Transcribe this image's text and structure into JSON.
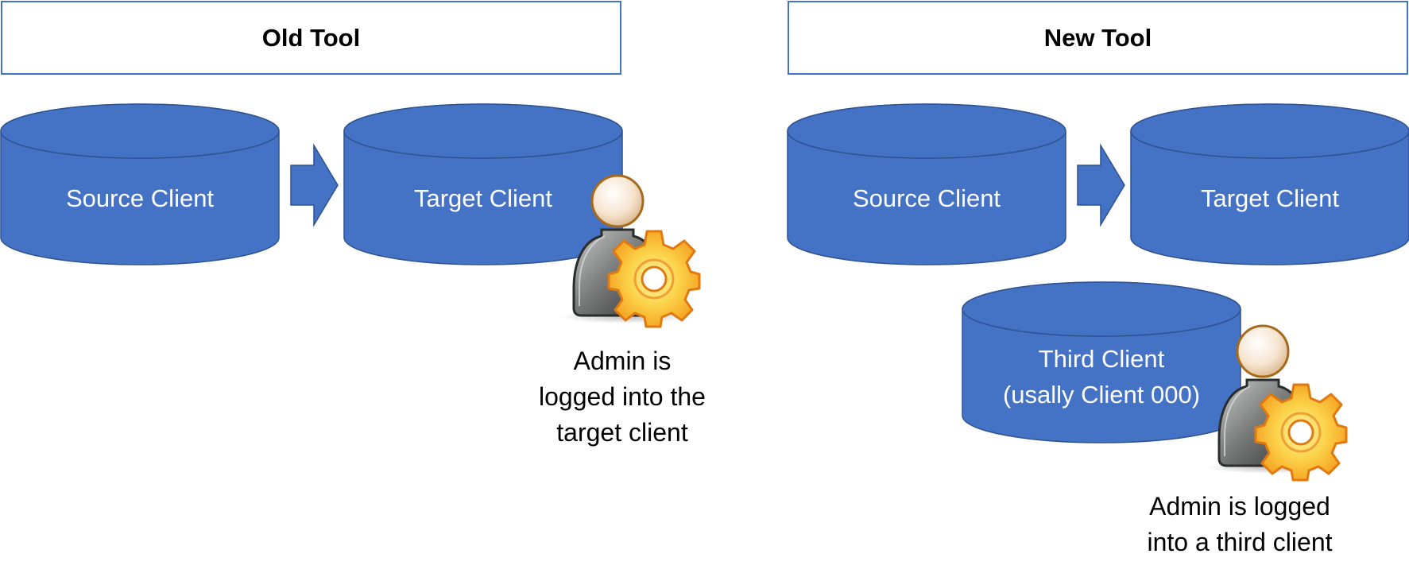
{
  "panels": {
    "old": {
      "title": "Old Tool",
      "source_label": "Source Client",
      "target_label": "Target Client",
      "caption": [
        "Admin is",
        "logged into the",
        "target client"
      ]
    },
    "new": {
      "title": "New Tool",
      "source_label": "Source Client",
      "target_label": "Target Client",
      "third_label": [
        "Third Client",
        "(usally Client 000)"
      ],
      "caption": [
        "Admin is logged",
        "into a third client"
      ]
    }
  },
  "icons": {
    "database": "cylinder",
    "flow": "right-arrow",
    "admin": "admin-user-gear"
  },
  "colors": {
    "accent": "#4472C4",
    "accent_border": "#2F528F",
    "gear": "#F5A623",
    "gear_border": "#E07A10",
    "user_body": "#5A5C5C"
  }
}
